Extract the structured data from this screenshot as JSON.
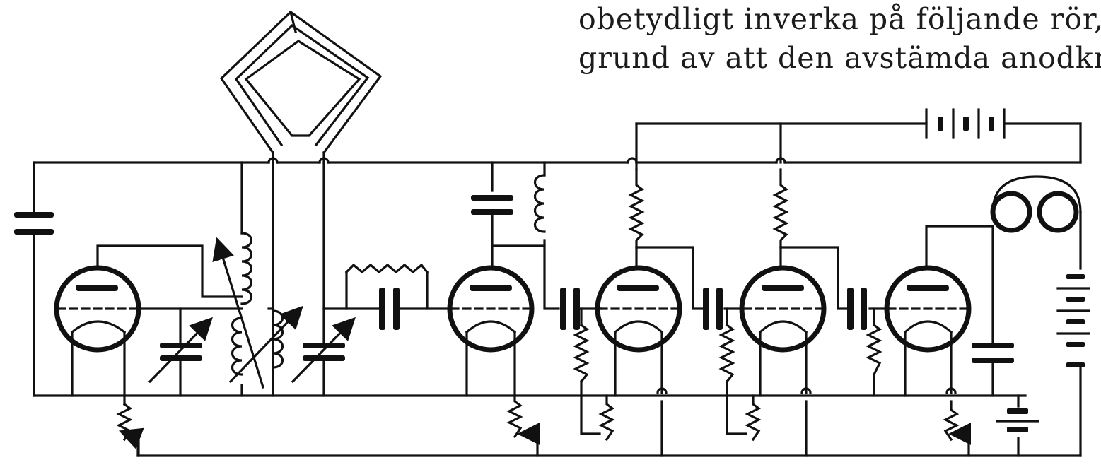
{
  "text": {
    "line1": "obetydligt inverka på följande rör, på",
    "line2": "grund av att den avstämda anodkret-"
  },
  "circuit": {
    "tubes": 5,
    "icons": [
      "loop-antenna-icon",
      "vacuum-tube-icon",
      "capacitor-icon",
      "variable-capacitor-icon",
      "inductor-coil-icon",
      "resistor-icon",
      "rheostat-icon",
      "battery-icon",
      "headphones-icon"
    ]
  }
}
